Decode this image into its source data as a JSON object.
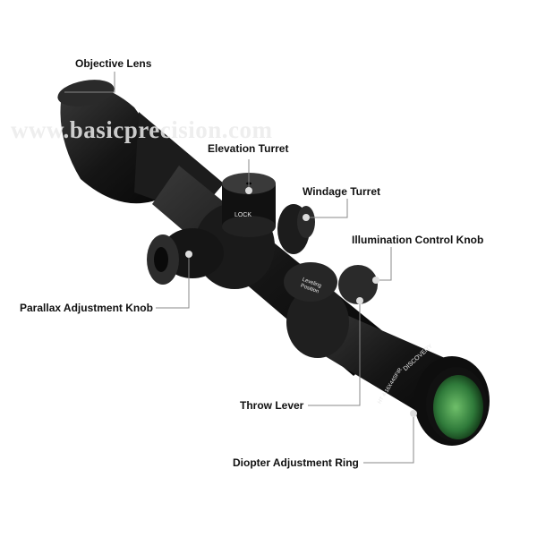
{
  "watermark": "www.basicprecision.com",
  "labels": {
    "objective_lens": "Objective Lens",
    "elevation_turret": "Elevation Turret",
    "windage_turret": "Windage Turret",
    "illumination_control_knob": "Illumination Control Knob",
    "parallax_adjustment_knob": "Parallax Adjustment Knob",
    "throw_lever": "Throw Lever",
    "diopter_adjustment_ring": "Diopter Adjustment Ring"
  },
  "scope_markings": {
    "elevation_dial": "LOCK",
    "brand": "DISCOVERY",
    "model": "HT 4-16X44SFIR",
    "leveling": "Leveling Position"
  },
  "colors": {
    "body": "#1a1a1a",
    "lens": "#2f7a3a",
    "leader": "#888888"
  }
}
